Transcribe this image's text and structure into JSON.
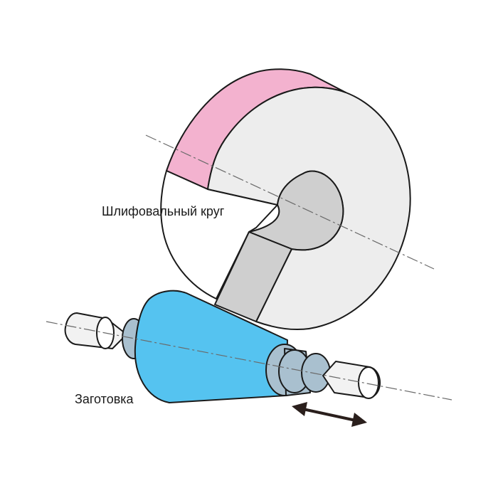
{
  "labels": {
    "grinding_wheel": "Шлифовальный круг",
    "workpiece": "Заготовка"
  },
  "colors": {
    "wheel_face": "#ededed",
    "wheel_rim": "#f3b2cf",
    "wheel_bore": "#cfcfcf",
    "workpiece": "#55c3f0",
    "spindle": "#a9c0cf",
    "center": "#f2f2f2",
    "outline": "#1a1a1a",
    "axis_line": "#6a6a6a",
    "arrow": "#2a1f1c"
  },
  "icons": {
    "motion_arrow": "double-headed-arrow"
  }
}
